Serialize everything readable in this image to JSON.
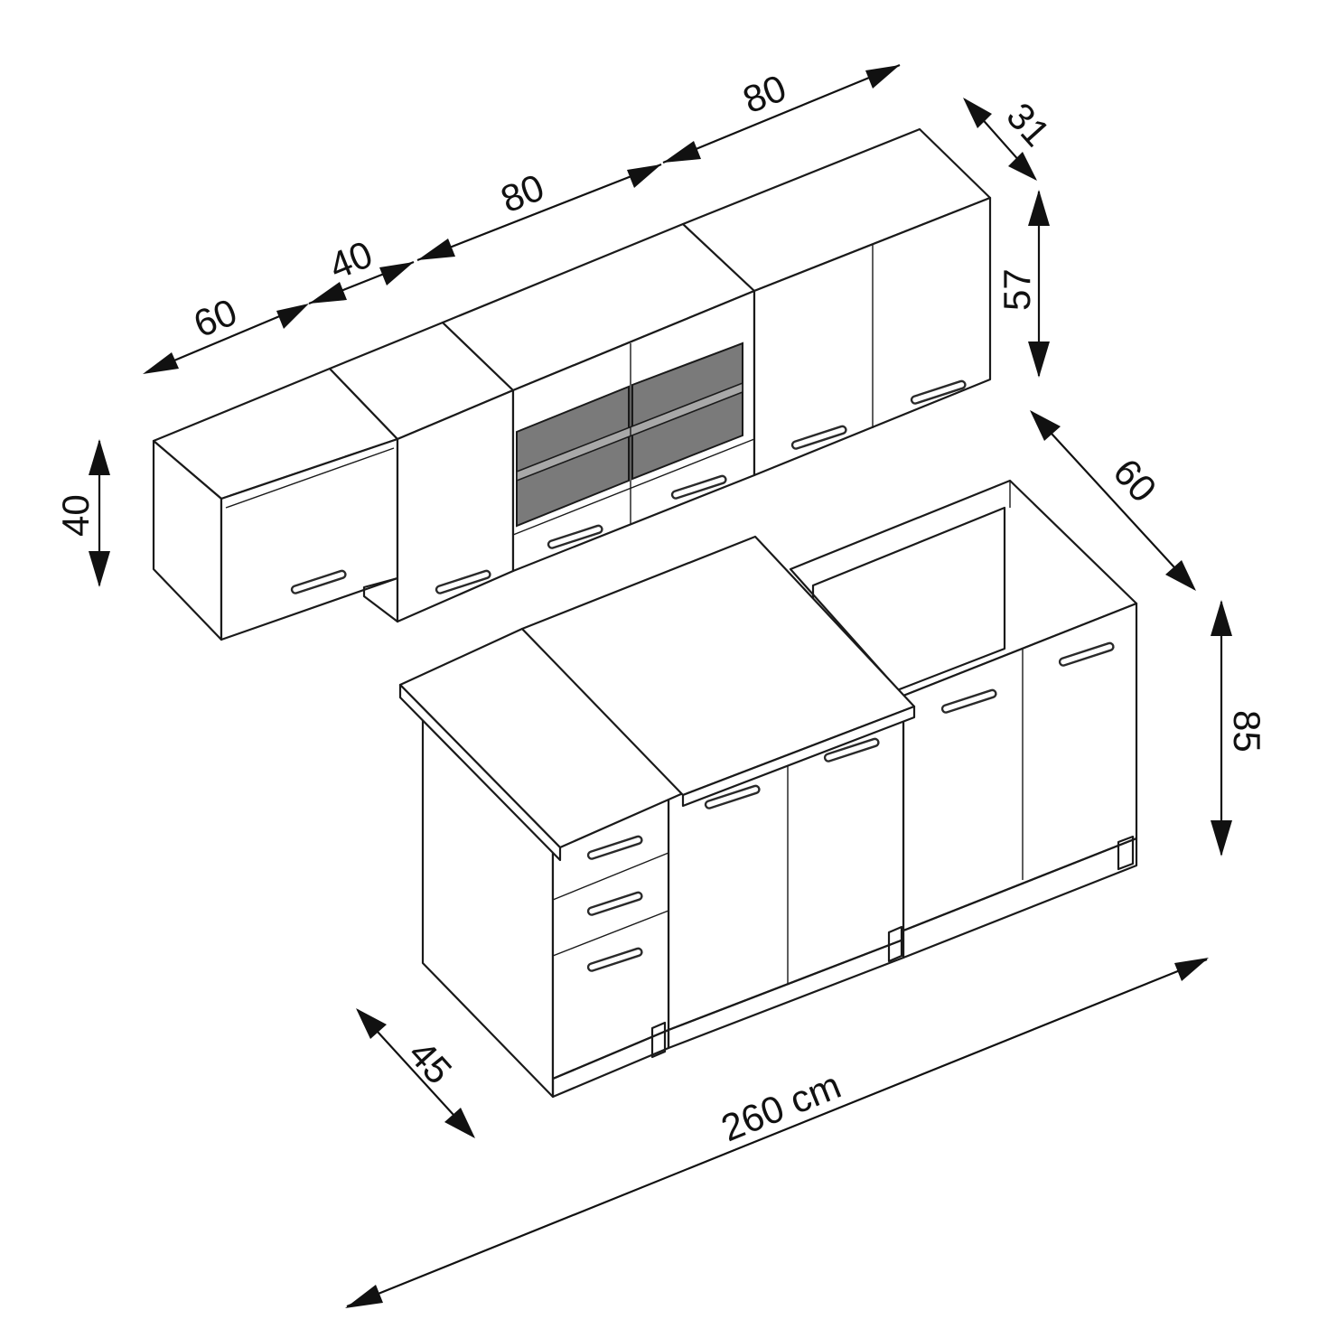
{
  "dimensions": {
    "upper_60": "60",
    "upper_40": "40",
    "upper_80a": "80",
    "upper_80b": "80",
    "upper_depth": "31",
    "upper_height": "57",
    "upper_left_height": "40",
    "base_depth_right": "60",
    "base_height": "85",
    "base_depth_left": "45",
    "total_width": "260 cm"
  }
}
